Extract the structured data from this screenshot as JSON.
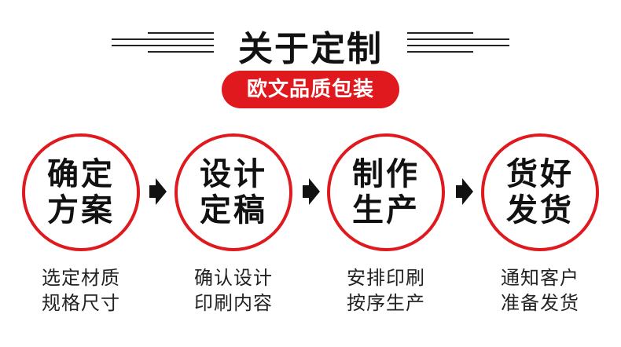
{
  "header": {
    "title": "关于定制",
    "subtitle": "欧文品质包装"
  },
  "colors": {
    "accent": "#e0191e",
    "text": "#111111"
  },
  "steps": [
    {
      "circle": [
        "确定",
        "方案"
      ],
      "desc": [
        "选定材质",
        "规格尺寸"
      ]
    },
    {
      "circle": [
        "设计",
        "定稿"
      ],
      "desc": [
        "确认设计",
        "印刷内容"
      ]
    },
    {
      "circle": [
        "制作",
        "生产"
      ],
      "desc": [
        "安排印刷",
        "按序生产"
      ]
    },
    {
      "circle": [
        "货好",
        "发货"
      ],
      "desc": [
        "通知客户",
        "准备发货"
      ]
    }
  ],
  "connector_icon": "arrow-right-icon"
}
